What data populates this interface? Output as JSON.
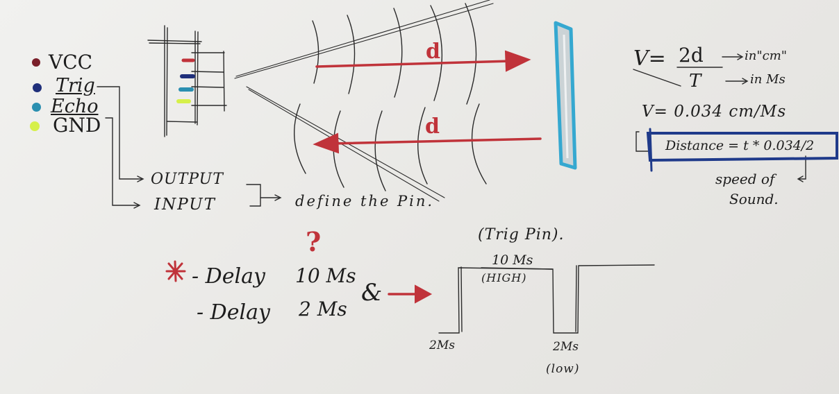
{
  "colors": {
    "ink": "#1d1d1d",
    "red_marker": "#c0333a",
    "blue_marker": "#1f3a8a",
    "cyan_marker": "#35a8d0",
    "green_marker": "#d6f04a",
    "maroon_dot": "#7a1f2a"
  },
  "pins": [
    {
      "label": "VCC",
      "dot_color": "#7a1f2a"
    },
    {
      "label": "Trig",
      "dot_color": "#1f2f7a"
    },
    {
      "label": "Echo",
      "dot_color": "#2b8fb0"
    },
    {
      "label": "GND",
      "dot_color": "#d6f04a"
    }
  ],
  "modes": {
    "output": "OUTPUT",
    "input": "INPUT",
    "define": "define the Pin."
  },
  "waves": {
    "distance_label": "d"
  },
  "formulas": {
    "v_equals": "V=",
    "numerator": "2d",
    "denominator": "T",
    "unit_cm": "in\"cm\"",
    "unit_us": "in Ms",
    "speed": "V= 0.034 cm/Ms",
    "distance": "Distance = t * 0.034/2",
    "speed_note_1": "speed of",
    "speed_note_2": "Sound."
  },
  "delays": {
    "asterisk": "*",
    "question": "?",
    "delay_1": "- Delay",
    "delay_1_value": "10 Ms",
    "delay_2": "- Delay",
    "delay_2_value": "2 Ms",
    "and_symbol": "&"
  },
  "timing": {
    "title": "(Trig Pin).",
    "high_duration": "10 Ms",
    "high_label": "(HIGH)",
    "low_start": "2Ms",
    "low_end": "2Ms",
    "low_label": "(low)"
  }
}
